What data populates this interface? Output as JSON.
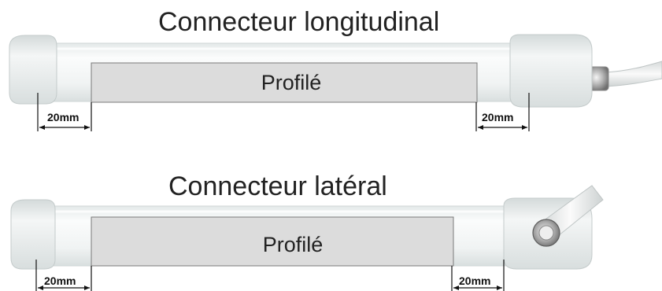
{
  "diagrams": [
    {
      "title": "Connecteur longitudinal",
      "profile_label": "Profilé",
      "left_dimension": "20mm",
      "right_dimension": "20mm",
      "connector_type": "longitudinal"
    },
    {
      "title": "Connecteur latéral",
      "profile_label": "Profilé",
      "left_dimension": "20mm",
      "right_dimension": "20mm",
      "connector_type": "lateral"
    }
  ],
  "colors": {
    "profile_box": "#dcdcdc",
    "tube_body": "#f1f4f4",
    "cap": "#e6ebeb",
    "cable": "#eef0f0",
    "text": "#222222"
  }
}
